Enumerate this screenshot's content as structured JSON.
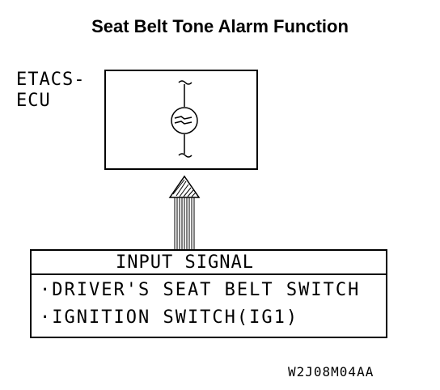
{
  "title": "Seat Belt Tone Alarm Function",
  "ecu": {
    "label_line1": "ETACS-",
    "label_line2": "ECU",
    "component_icon": "buzzer-icon"
  },
  "input_signal": {
    "heading": "INPUT SIGNAL",
    "items": [
      "·DRIVER'S SEAT BELT SWITCH",
      "·IGNITION SWITCH(IG1)"
    ]
  },
  "figure_code": "W2J08M04AA"
}
